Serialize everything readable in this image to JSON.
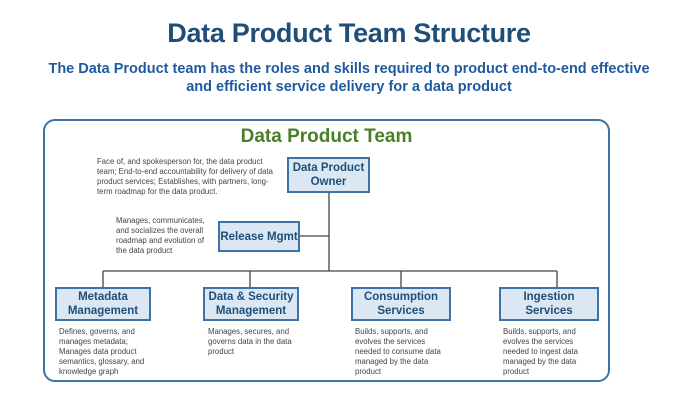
{
  "header": {
    "title": "Data Product Team Structure",
    "subtitle": "The Data Product team has the roles and skills required to product end-to-end effective and efficient service delivery for a data product"
  },
  "team": {
    "title": "Data Product Team"
  },
  "roles": {
    "owner": {
      "label": "Data Product Owner",
      "description": "Face of, and spokesperson for, the data product team; End-to-end accountability for delivery of data product services; Establishes, with partners, long-term roadmap for the data product."
    },
    "release": {
      "label": "Release Mgmt",
      "description": "Manages, communicates, and socializes the overall roadmap and evolution of the data product"
    },
    "metadata": {
      "label": "Metadata Management",
      "description": "Defines, governs, and manages metadata; Manages data product semantics, glossary, and knowledge graph"
    },
    "security": {
      "label": "Data & Security Management",
      "description": "Manages, secures, and governs data in the data product"
    },
    "consumption": {
      "label": "Consumption Services",
      "description": "Builds, supports, and evolves the services needed to consume data managed by the data product"
    },
    "ingestion": {
      "label": "Ingestion Services",
      "description": "Builds, supports, and evolves the services needed to ingest data managed by the data product"
    }
  },
  "colors": {
    "title": "#1f4e79",
    "subtitle": "#1f5a9e",
    "team_title": "#4a7f29",
    "box_fill": "#dbe8f4",
    "box_border": "#3f73a8",
    "connector": "#444444"
  }
}
